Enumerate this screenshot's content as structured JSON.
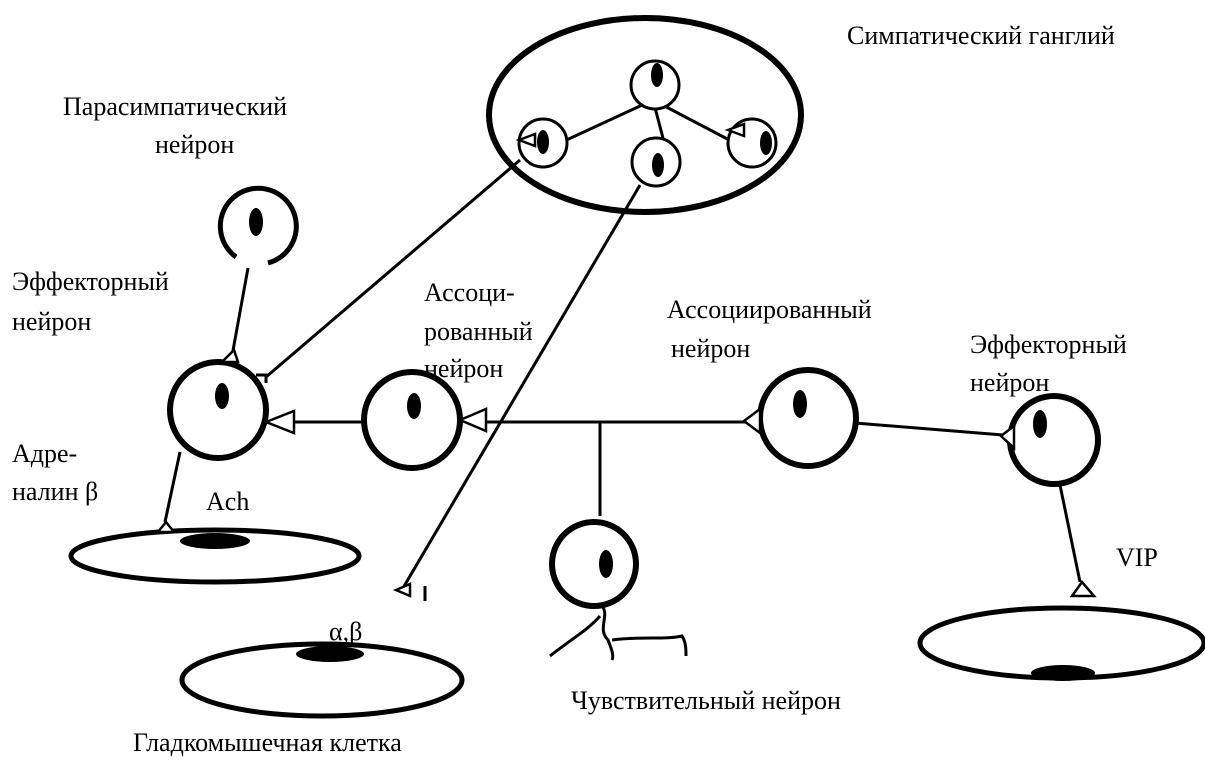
{
  "labels": {
    "sympathetic_ganglion": "Симпатический ганглий",
    "parasympathetic_neuron_line1": "Парасимпатический",
    "parasympathetic_neuron_line2": "нейрон",
    "effector_neuron_left_line1": "Эффекторный",
    "effector_neuron_left_line2": "нейрон",
    "associated_neuron_left_line1": "Ассоци-",
    "associated_neuron_left_line2": "рованный",
    "associated_neuron_left_line3": "нейрон",
    "associated_neuron_right_line1": "Ассоциированный",
    "associated_neuron_right_line2": "нейрон",
    "effector_neuron_right_line1": "Эффекторный",
    "effector_neuron_right_line2": "нейрон",
    "adrenaline_line1": "Адре-",
    "adrenaline_line2": "налин β",
    "ach": "Ach",
    "alpha_beta": "α,β",
    "vip": "VIP",
    "sensory_neuron": "Чувствительный нейрон",
    "smooth_muscle_cell": "Гладкомышечная клетка"
  },
  "colors": {
    "stroke": "#000000",
    "background": "#ffffff"
  }
}
